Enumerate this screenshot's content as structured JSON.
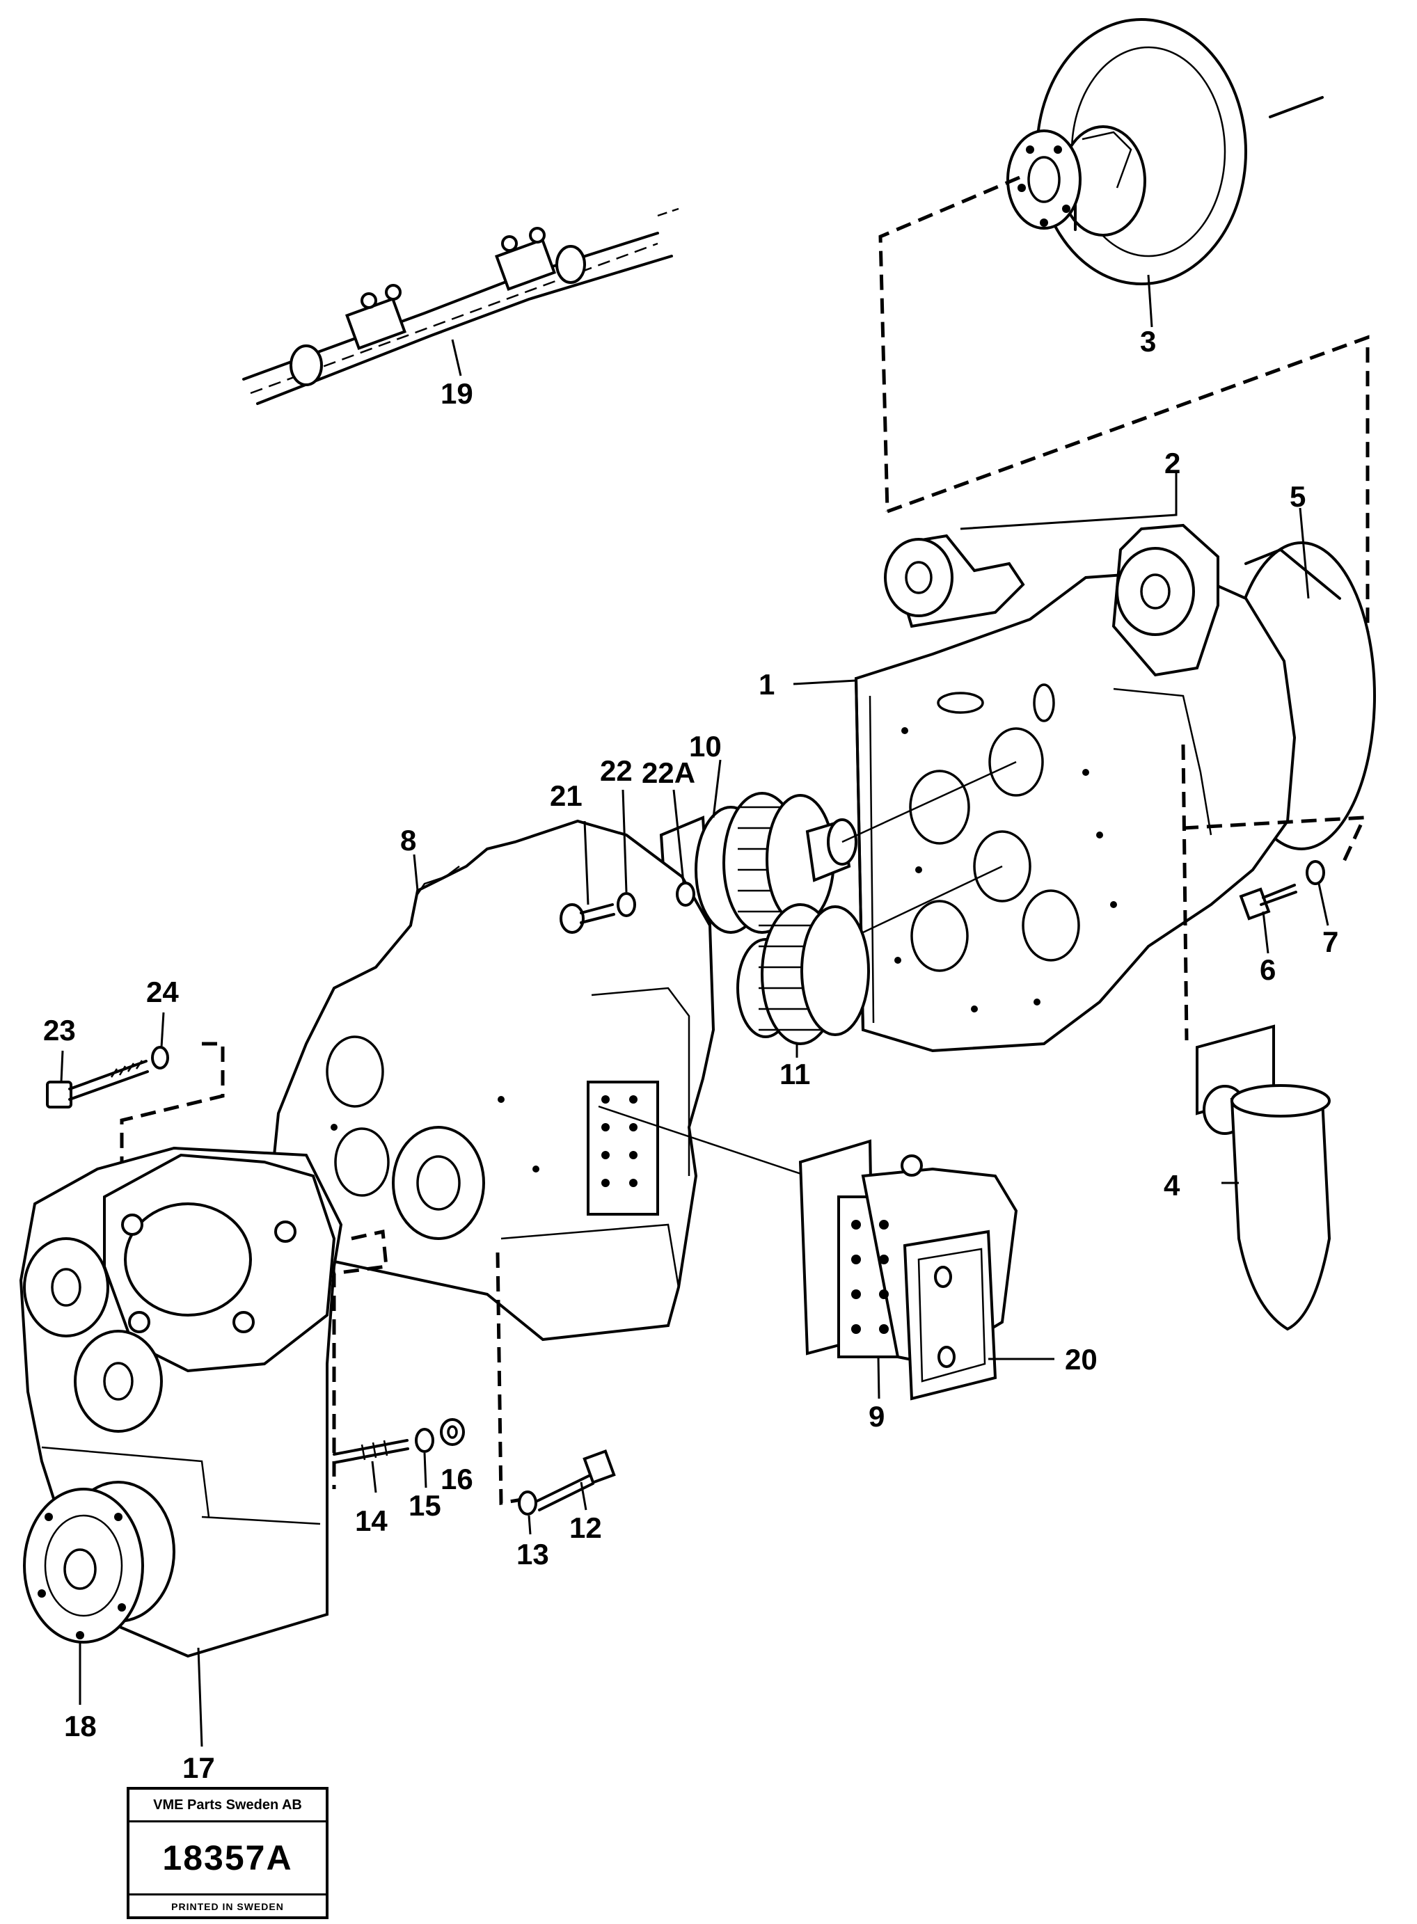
{
  "callouts": {
    "c1": "1",
    "c2": "2",
    "c3": "3",
    "c4": "4",
    "c5": "5",
    "c6": "6",
    "c7": "7",
    "c8": "8",
    "c9": "9",
    "c10": "10",
    "c11": "11",
    "c12": "12",
    "c13": "13",
    "c14": "14",
    "c15": "15",
    "c16": "16",
    "c17": "17",
    "c18": "18",
    "c19": "19",
    "c20": "20",
    "c21": "21",
    "c22": "22",
    "c22a": "22A",
    "c23": "23",
    "c24": "24"
  },
  "stamp": {
    "company": "VME Parts Sweden AB",
    "number": "18357A",
    "printed": "PRINTED IN SWEDEN"
  }
}
